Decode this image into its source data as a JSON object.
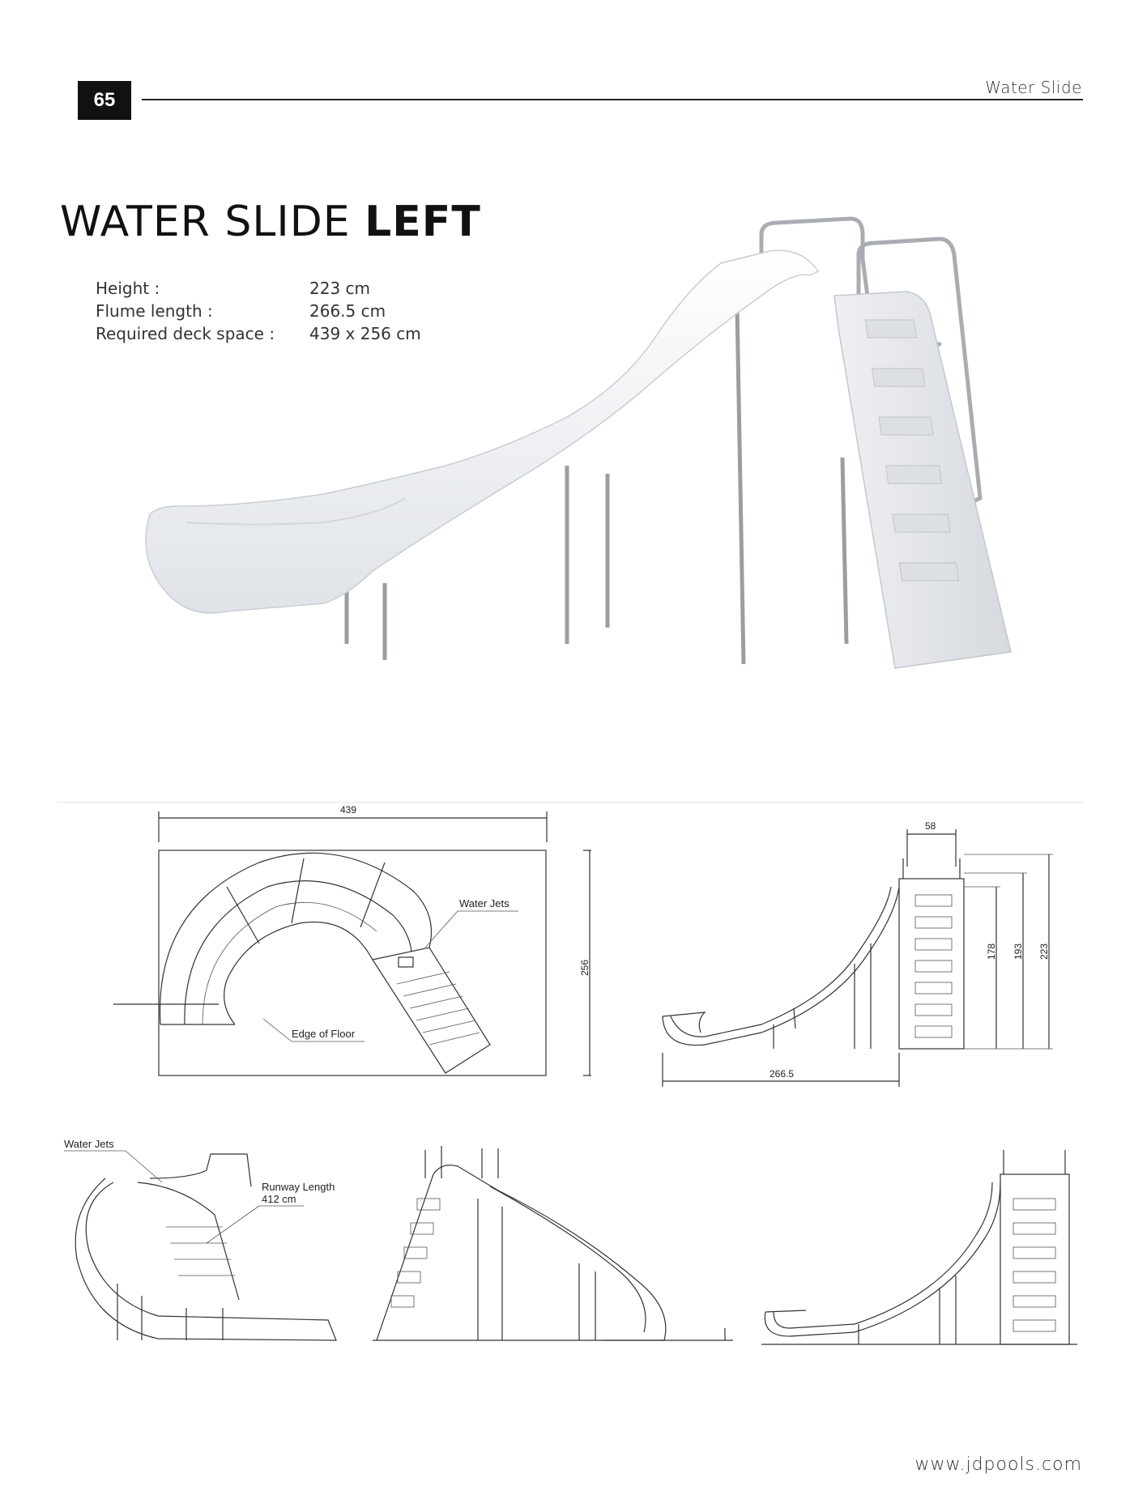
{
  "header": {
    "page_number": "65",
    "section": "Water Slide"
  },
  "title": {
    "regular": "WATER SLIDE ",
    "bold": "LEFT"
  },
  "specs": [
    {
      "label": "Height :",
      "value": "223 cm"
    },
    {
      "label": "Flume length :",
      "value": "266.5 cm"
    },
    {
      "label": "Required deck space  :",
      "value": "439 x 256 cm"
    }
  ],
  "drawings": {
    "top_view": {
      "width_dim": "439",
      "depth_dim": "256",
      "callout_jets": "Water Jets",
      "callout_floor": "Edge of Floor"
    },
    "side_view": {
      "top_width": "58",
      "h1": "178",
      "h2": "193",
      "h3": "223",
      "length": "266.5"
    },
    "perspective_view": {
      "callout_jets": "Water Jets",
      "callout_runway_1": "Runway Length",
      "callout_runway_2": "412 cm"
    }
  },
  "footer": {
    "url": "www.jdpools.com"
  },
  "colors": {
    "page_number_bg": "#111111",
    "rule": "#222222",
    "slide_white": "#f4f6f8"
  }
}
